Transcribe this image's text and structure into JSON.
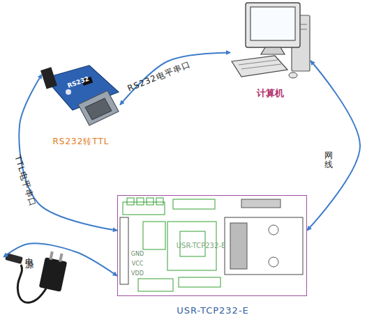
{
  "diagram": {
    "nodes": [
      {
        "text": [
          "计算机"
        ]
      },
      {
        "text": [
          "RS232转TTL"
        ]
      },
      {
        "text": [
          "USR-TCP232-E"
        ]
      },
      {
        "text": [
          "电源"
        ]
      }
    ],
    "edges": [
      {
        "from": 0,
        "to": 1,
        "label": "RS232电平串口",
        "arrow": "both"
      },
      {
        "from": 1,
        "to": 2,
        "label": "TTL电平串口",
        "arrow": "both"
      },
      {
        "from": 0,
        "to": 2,
        "label": "网线",
        "arrow": "both"
      },
      {
        "from": 2,
        "to": 3,
        "arrow": "both"
      }
    ],
    "labels": [
      "RS232",
      "USR-TCP232-E",
      "GND",
      "VCC",
      "VDD"
    ]
  }
}
